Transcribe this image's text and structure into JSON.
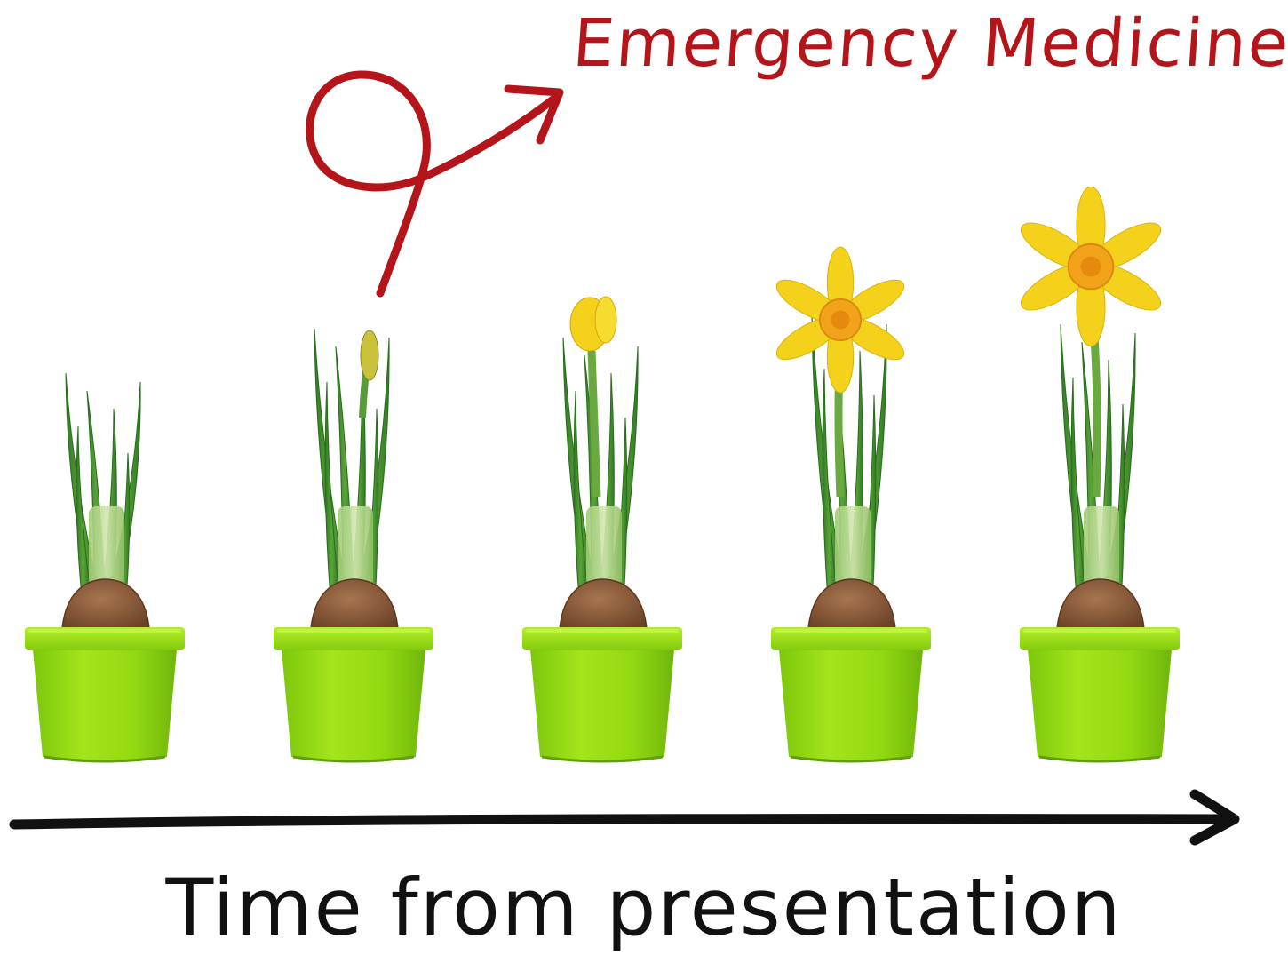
{
  "annotation": {
    "label": "Emergency Medicine",
    "color": "#b3151b"
  },
  "axis": {
    "label": "Time from presentation",
    "color": "#111111"
  },
  "stages": [
    {
      "name": "shoots",
      "flower": "none"
    },
    {
      "name": "bud",
      "flower": "closed-bud"
    },
    {
      "name": "opening",
      "flower": "opening-bud"
    },
    {
      "name": "bloom",
      "flower": "open-flower"
    },
    {
      "name": "full-bloom",
      "flower": "open-flower-tall"
    }
  ],
  "colors": {
    "pot": "#8ed60f",
    "pot_light": "#a8e61a",
    "pot_dark": "#6fb50a",
    "leaf": "#3f8a2a",
    "leaf_light": "#6cae3f",
    "bulb": "#8a5a36",
    "petal": "#f4d21c",
    "trumpet": "#f3a31a"
  }
}
